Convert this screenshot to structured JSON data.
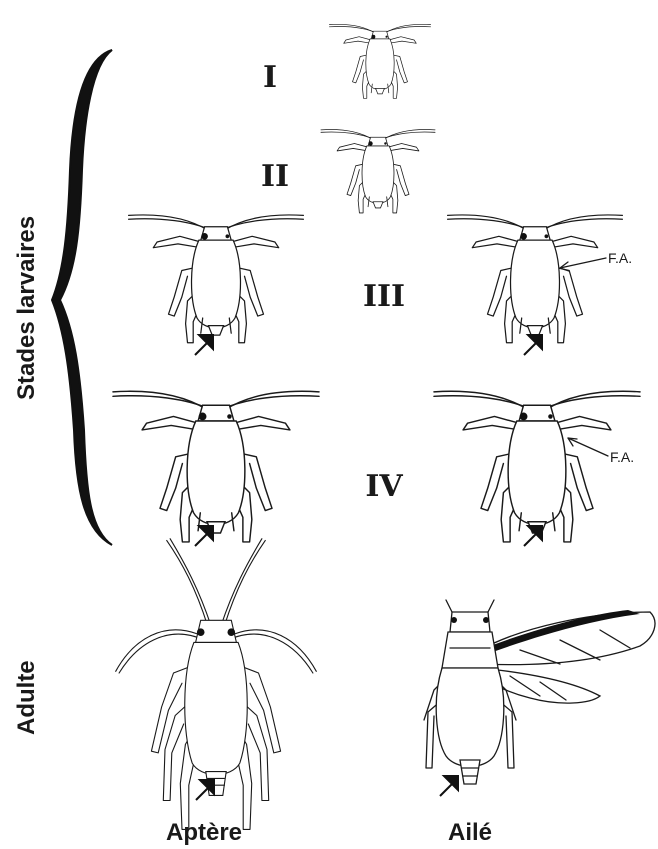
{
  "stages_brace_label": "Stades larvaires",
  "adult_label": "Adulte",
  "stage_numerals": [
    "I",
    "II",
    "III",
    "IV"
  ],
  "fa_label": "F.A.",
  "bottom_labels": {
    "apterous": "Aptère",
    "winged": "Ailé"
  }
}
